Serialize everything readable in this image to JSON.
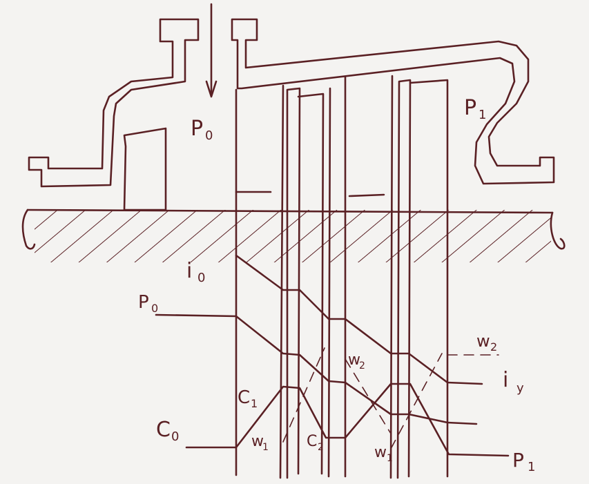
{
  "colors": {
    "ink": "#5a2024",
    "paper": "#f4f3f1"
  },
  "labels": {
    "p0_top": "P",
    "p0_top_sub": "0",
    "p1_top": "P",
    "p1_top_sub": "1",
    "i0": "i",
    "i0_sub": "0",
    "p0_left": "P",
    "p0_left_sub": "0",
    "c1": "C",
    "c1_sub": "1",
    "c0": "C",
    "c0_sub": "0",
    "w1": "w",
    "w1_sub": "1",
    "c2": "C",
    "c2_sub": "2",
    "w2_mid": "w",
    "w2_mid_sub": "2",
    "w1_right": "w",
    "w1_right_sub": "1",
    "w2_right": "w",
    "w2_right_sub": "2",
    "iy": "i",
    "iy_sub": "y",
    "p1_right": "P",
    "p1_right_sub": "1"
  }
}
